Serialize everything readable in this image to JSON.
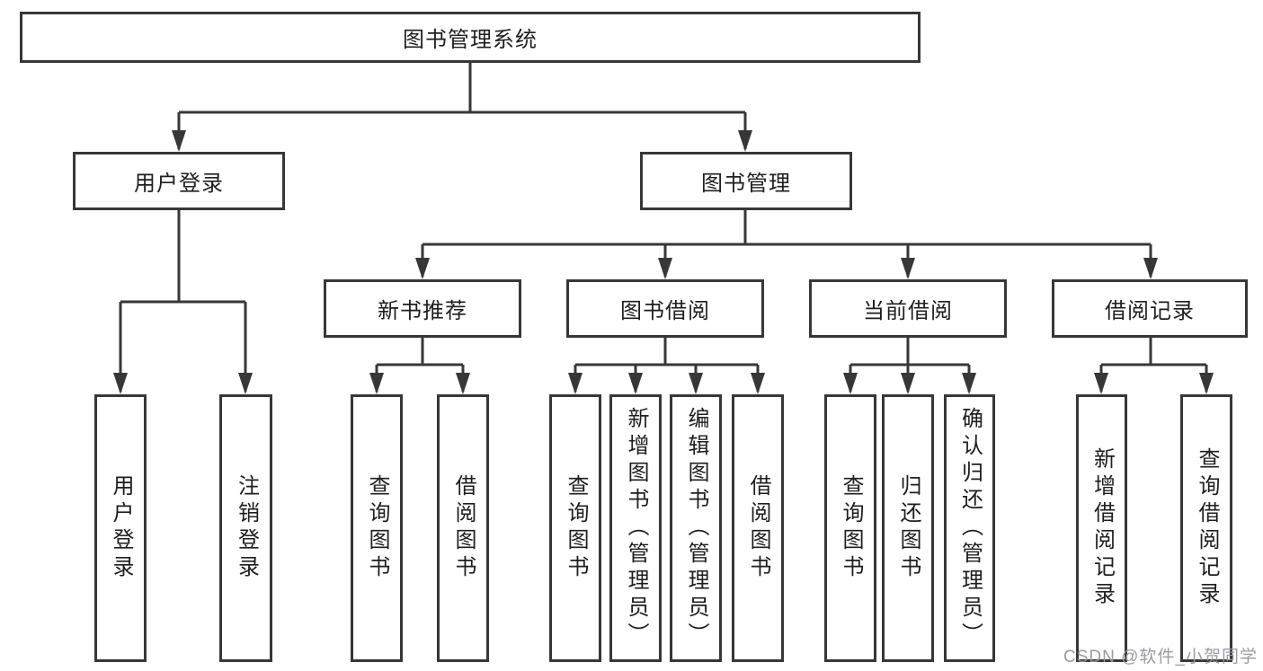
{
  "tree": {
    "root": "图书管理系统",
    "level2": [
      {
        "label": "用户登录",
        "leaves": [
          "用户登录",
          "注销登录"
        ]
      },
      {
        "label": "图书管理",
        "groups": [
          {
            "label": "新书推荐",
            "leaves": [
              "查询图书",
              "借阅图书"
            ]
          },
          {
            "label": "图书借阅",
            "leaves": [
              "查询图书",
              "新增图书（管理员）",
              "编辑图书（管理员）",
              "借阅图书"
            ]
          },
          {
            "label": "当前借阅",
            "leaves": [
              "查询图书",
              "归还图书",
              "确认归还（管理员）"
            ]
          },
          {
            "label": "借阅记录",
            "leaves": [
              "新增借阅记录",
              "查询借阅记录"
            ]
          }
        ]
      }
    ]
  },
  "watermark": "CSDN @软件_小贺同学",
  "colors": {
    "line": "#373737",
    "text": "#1e1e1e",
    "watermark": "#96969e",
    "background": "#ffffff"
  }
}
